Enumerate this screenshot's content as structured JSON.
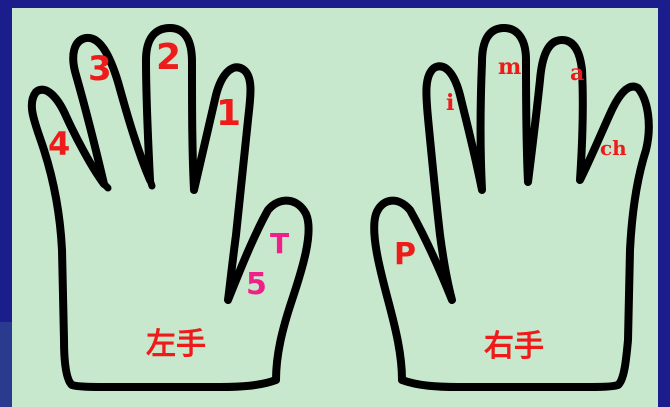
{
  "left_hand": {
    "finger_labels": {
      "pinky": "4",
      "ring": "3",
      "middle": "2",
      "index": "1",
      "thumb_letter": "T",
      "thumb_number": "5"
    },
    "caption": "左手"
  },
  "right_hand": {
    "finger_labels": {
      "thumb": "P",
      "index": "i",
      "middle": "m",
      "ring": "a",
      "pinky": "ch"
    },
    "caption": "右手"
  },
  "colors": {
    "background_frame": "#1c1d8c",
    "panel": "#c7e8cc",
    "outline": "#000000",
    "label_red": "#ee1b1b",
    "label_pink": "#f0208a"
  }
}
